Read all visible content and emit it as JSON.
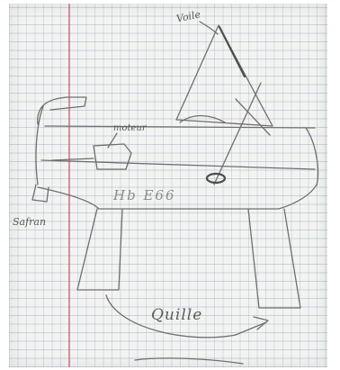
{
  "labels": {
    "voile": "Voile",
    "moteur": "moteur",
    "safran": "Safran",
    "hull": "Hb E66",
    "quille": "Quille"
  },
  "colors": {
    "paper": "#f3f4f1",
    "grid": "#7896be",
    "margin": "#cd465a",
    "pencil": "#6f6f6f"
  }
}
